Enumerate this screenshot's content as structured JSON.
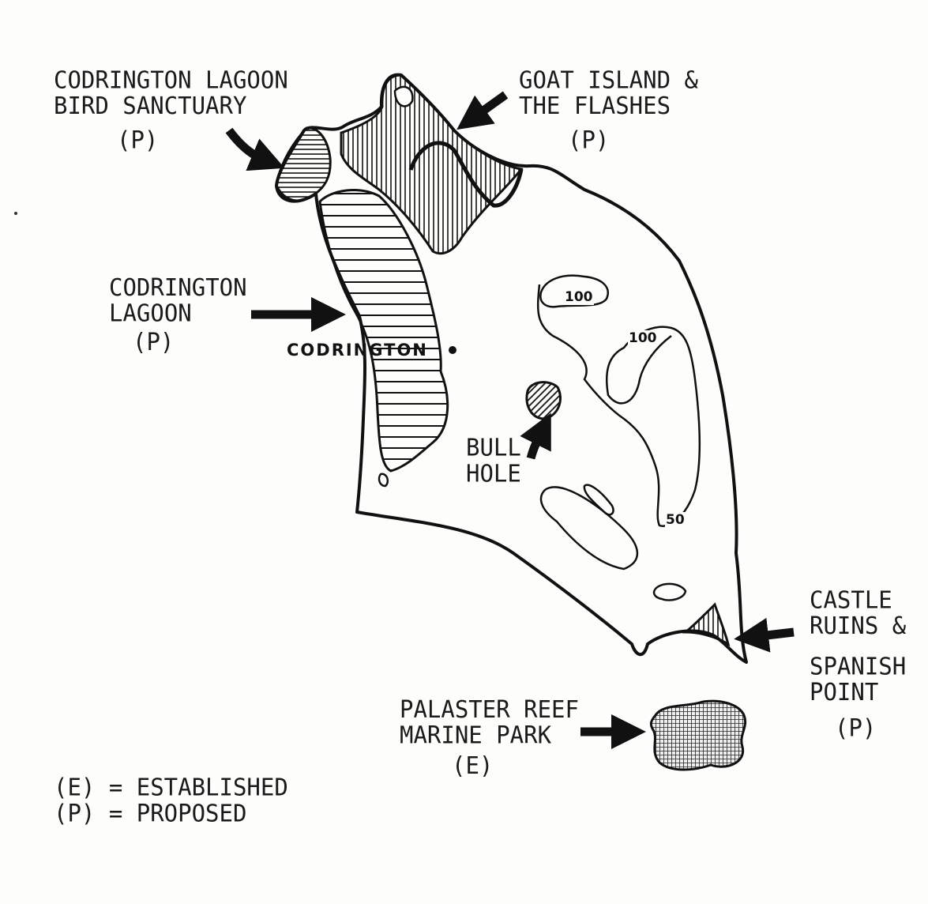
{
  "labels": {
    "bird_sanctuary": {
      "line1": "CODRINGTON LAGOON",
      "line2": "BIRD SANCTUARY",
      "status": "(P)"
    },
    "goat_island": {
      "line1": "GOAT ISLAND &",
      "line2": "THE FLASHES",
      "status": "(P)"
    },
    "lagoon": {
      "line1": "CODRINGTON",
      "line2": "LAGOON",
      "status": "(P)"
    },
    "town": "CODRINGTON",
    "bull_hole": {
      "line1": "BULL",
      "line2": "HOLE"
    },
    "castle": {
      "line1": "CASTLE",
      "line2": "RUINS &",
      "line3": "SPANISH",
      "line4": "POINT",
      "status": "(P)"
    },
    "reef": {
      "line1": "PALASTER REEF",
      "line2": "MARINE PARK",
      "status": "(E)"
    }
  },
  "contours": [
    "100",
    "100",
    "50"
  ],
  "legend": {
    "established": "(E) = ESTABLISHED",
    "proposed": "(P) = PROPOSED"
  }
}
